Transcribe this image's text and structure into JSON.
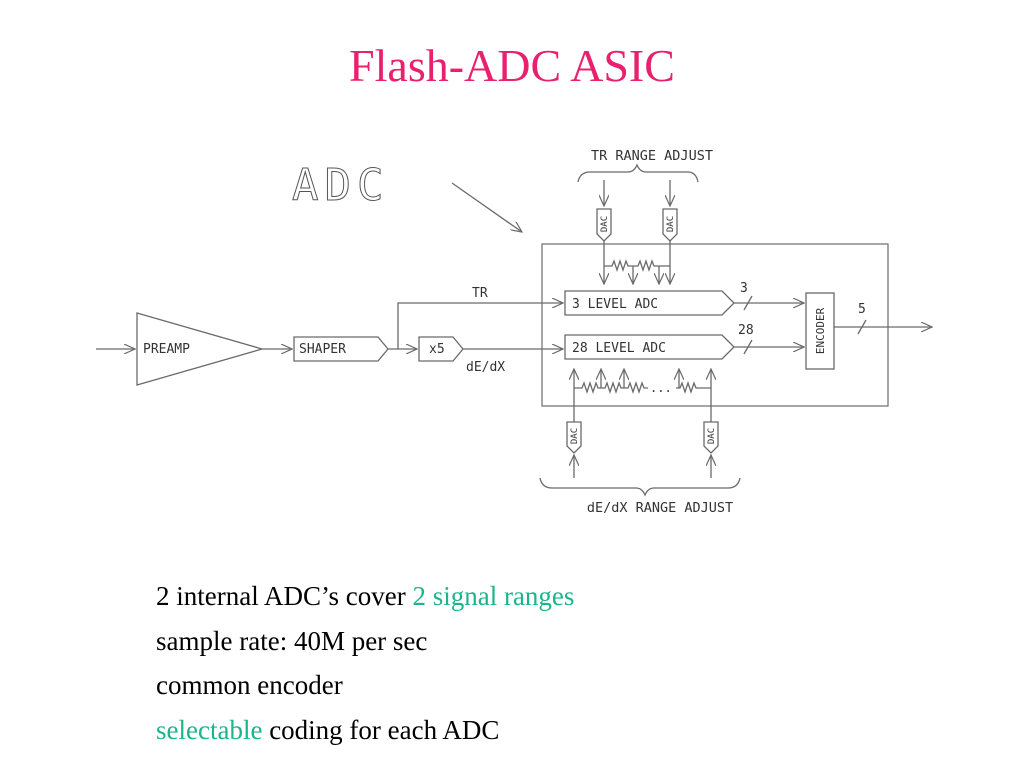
{
  "slide": {
    "title": "Flash-ADC ASIC",
    "accent_title_color": "#e8206e",
    "accent_highlight_color": "#1ab58a"
  },
  "diagram": {
    "adc_label": "ADC",
    "tr_range_adjust": "TR RANGE ADJUST",
    "dedx_range_adjust": "dE/dX RANGE ADJUST",
    "preamp": "PREAMP",
    "shaper": "SHAPER",
    "x5": "x5",
    "tr": "TR",
    "dedx": "dE/dX",
    "adc3": "3 LEVEL ADC",
    "adc28": "28 LEVEL ADC",
    "encoder": "ENCODER",
    "dac": "DAC",
    "bits3": "3",
    "bits28": "28",
    "bits5": "5",
    "ladder_dots": "..."
  },
  "bullets": [
    {
      "pre": "2 internal ADC’s cover ",
      "hl": "2 signal ranges",
      "post": ""
    },
    {
      "pre": "sample rate: 40M per sec",
      "hl": "",
      "post": ""
    },
    {
      "pre": "common encoder",
      "hl": "",
      "post": ""
    },
    {
      "pre": "",
      "hl": "selectable",
      "post": " coding for each ADC"
    }
  ]
}
